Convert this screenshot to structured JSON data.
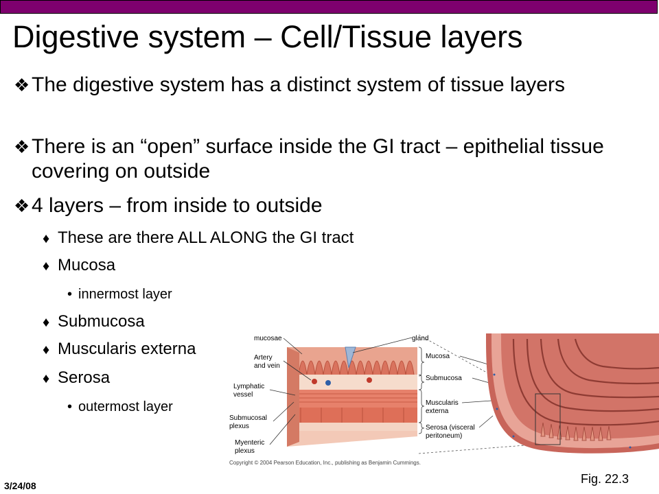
{
  "slide": {
    "title": "Digestive system – Cell/Tissue layers",
    "date": "3/24/08",
    "figure_caption": "Fig. 22.3",
    "copyright": "Copyright © 2004 Pearson Education, Inc., publishing as Benjamin Cummings."
  },
  "bullets": {
    "b1": "The digestive system has a distinct system of tissue layers",
    "b2": "There is an “open” surface inside the GI tract – epithelial tissue covering on outside",
    "b3": "4 layers – from inside to outside",
    "s1": "These are there ALL ALONG the GI tract",
    "s2": "Mucosa",
    "s2a": "innermost layer",
    "s3": "Submucosa",
    "s4": "Muscularis externa",
    "s5": "Serosa",
    "s5a": "outermost layer"
  },
  "markers": {
    "level1": "❖",
    "level2": "♦",
    "level3": "•"
  },
  "figure": {
    "left_labels": {
      "mucosae": "mucosae",
      "artery1": "Artery",
      "artery2": "and vein",
      "lymph1": "Lymphatic",
      "lymph2": "vessel",
      "subm1": "Submucosal",
      "subm2": "plexus",
      "myen1": "Myenteric",
      "myen2": "plexus"
    },
    "top_label": "gland",
    "right_labels": {
      "mucosa": "Mucosa",
      "submucosa": "Submucosa",
      "musc1": "Muscularis",
      "musc2": "externa",
      "serosa1": "Serosa (visceral",
      "serosa2": "peritoneum)"
    }
  },
  "colors": {
    "topbar": "#7e006e"
  }
}
